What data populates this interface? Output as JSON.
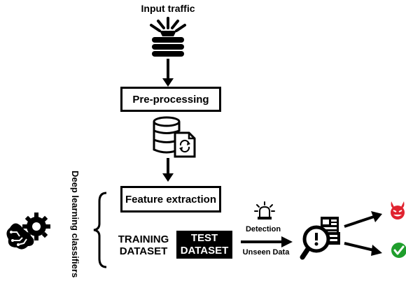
{
  "input": {
    "label": "Input traffic"
  },
  "steps": {
    "preprocessing": "Pre-processing",
    "feature_extraction": "Feature extraction"
  },
  "side_label": "Deep learning classifiers",
  "datasets": {
    "training_line1": "TRAINING",
    "training_line2": "DATASET",
    "test_line1": "TEST",
    "test_line2": "DATASET"
  },
  "arrow_labels": {
    "top": "Detection",
    "bottom": "Unseen Data"
  },
  "icons": {
    "input": "funnel-stack-icon",
    "database": "database-refresh-icon",
    "brain": "brain-gear-icon",
    "alarm": "alarm-siren-icon",
    "analysis": "document-magnifier-alert-icon",
    "threat": "devil-threat-icon",
    "safe": "green-check-icon"
  },
  "colors": {
    "threat": "#e0232f",
    "safe": "#1f9e2c",
    "ink": "#000000"
  }
}
